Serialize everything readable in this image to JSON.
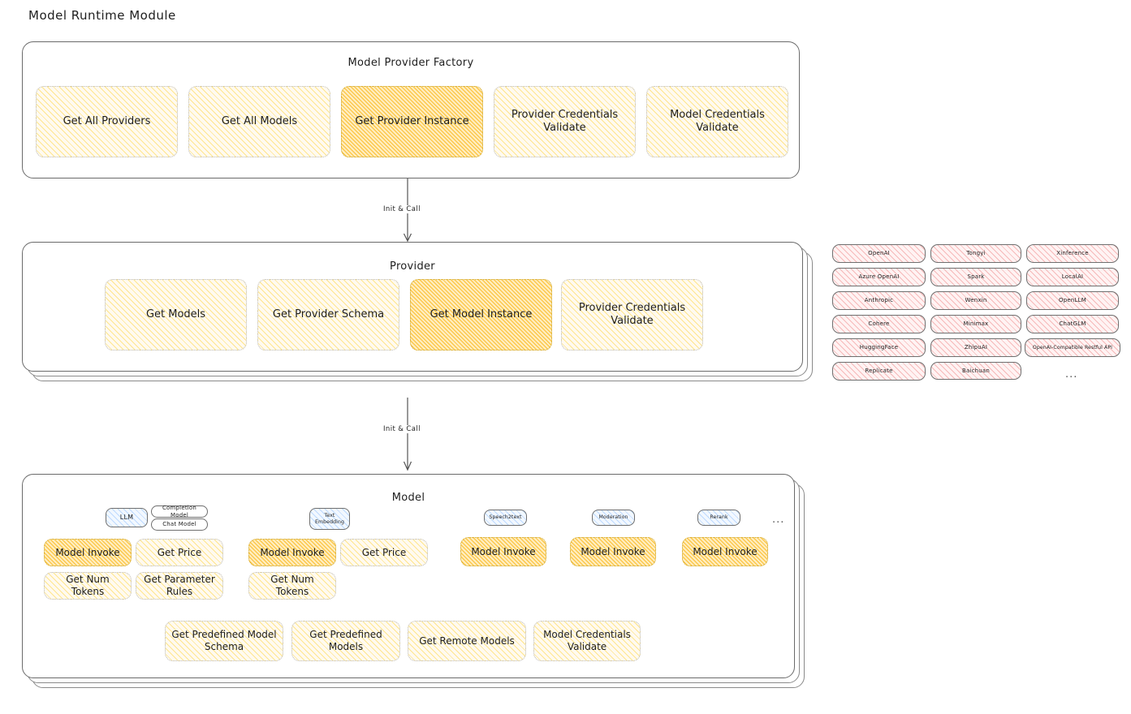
{
  "page": {
    "title": "Model Runtime Module"
  },
  "factory": {
    "title": "Model Provider Factory",
    "items": [
      {
        "label": "Get All Providers",
        "highlight": false
      },
      {
        "label": "Get All Models",
        "highlight": false
      },
      {
        "label": "Get Provider Instance",
        "highlight": true
      },
      {
        "label": "Provider Credentials Validate",
        "highlight": false
      },
      {
        "label": "Model Credentials Validate",
        "highlight": false
      }
    ]
  },
  "arrows": {
    "first_label": "Init & Call",
    "second_label": "Init & Call"
  },
  "provider": {
    "title": "Provider",
    "items": [
      {
        "label": "Get Models",
        "highlight": false
      },
      {
        "label": "Get Provider Schema",
        "highlight": false
      },
      {
        "label": "Get Model Instance",
        "highlight": true
      },
      {
        "label": "Provider Credentials Validate",
        "highlight": false
      }
    ]
  },
  "provider_list": {
    "column1": [
      "OpenAI",
      "Azure OpenAI",
      "Anthropic",
      "Cohere",
      "HuggingFace",
      "Replicate"
    ],
    "column2": [
      "Tongyi",
      "Spark",
      "Wenxin",
      "Minimax",
      "ZhipuAI",
      "Baichuan"
    ],
    "column3": [
      "Xinference",
      "LocalAI",
      "OpenLLM",
      "ChatGLM",
      "OpenAI-Compatible Restful API"
    ],
    "more": "..."
  },
  "model": {
    "title": "Model",
    "more": "...",
    "types": [
      {
        "name": "LLM",
        "subtypes": [
          "Completion Model",
          "Chat Model"
        ]
      },
      {
        "name": "Text Embedding",
        "subtypes": []
      },
      {
        "name": "Speech2text",
        "subtypes": []
      },
      {
        "name": "Moderation",
        "subtypes": []
      },
      {
        "name": "Rerank",
        "subtypes": []
      }
    ],
    "llm_methods": [
      {
        "label": "Model Invoke",
        "highlight": true
      },
      {
        "label": "Get Price",
        "highlight": false
      },
      {
        "label": "Get Num Tokens",
        "highlight": false
      },
      {
        "label": "Get Parameter Rules",
        "highlight": false
      }
    ],
    "embedding_methods": [
      {
        "label": "Model Invoke",
        "highlight": true
      },
      {
        "label": "Get Price",
        "highlight": false
      },
      {
        "label": "Get Num Tokens",
        "highlight": false
      }
    ],
    "speech2text_methods": [
      {
        "label": "Model Invoke",
        "highlight": true
      }
    ],
    "moderation_methods": [
      {
        "label": "Model Invoke",
        "highlight": true
      }
    ],
    "rerank_methods": [
      {
        "label": "Model Invoke",
        "highlight": true
      }
    ],
    "common_methods": [
      {
        "label": "Get Predefined Model Schema",
        "highlight": false
      },
      {
        "label": "Get Predefined Models",
        "highlight": false
      },
      {
        "label": "Get Remote Models",
        "highlight": false
      },
      {
        "label": "Model Credentials Validate",
        "highlight": false
      }
    ]
  },
  "colors": {
    "yellow": "#ffec99",
    "orange": "#fab005",
    "pink": "#e03131",
    "blue": "#4c9aff",
    "stroke": "#1e1e1e"
  }
}
